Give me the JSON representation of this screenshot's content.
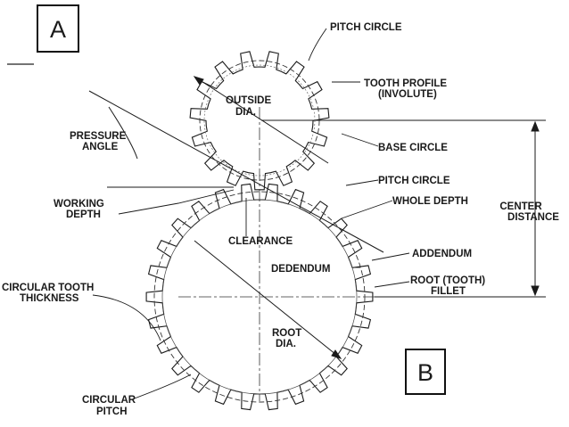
{
  "badges": {
    "top_left": "A",
    "bottom_right": "B"
  },
  "labels": {
    "pitch_circle_top": "PITCH CIRCLE",
    "tooth_profile_line1": "TOOTH PROFILE",
    "tooth_profile_line2": "(INVOLUTE)",
    "outside_dia_line1": "OUTSIDE",
    "outside_dia_line2": "DIA.",
    "pressure_angle_line1": "PRESSURE",
    "pressure_angle_line2": "ANGLE",
    "base_circle": "BASE CIRCLE",
    "pitch_circle_mid": "PITCH CIRCLE",
    "whole_depth": "WHOLE DEPTH",
    "center_distance_line1": "CENTER",
    "center_distance_line2": "DISTANCE",
    "working_depth_line1": "WORKING",
    "working_depth_line2": "DEPTH",
    "clearance": "CLEARANCE",
    "addendum": "ADDENDUM",
    "dedendum": "DEDENDUM",
    "root_fillet_line1": "ROOT (TOOTH)",
    "root_fillet_line2": "FILLET",
    "circular_tooth_thickness_line1": "CIRCULAR TOOTH",
    "circular_tooth_thickness_line2": "THICKNESS",
    "root_dia_line1": "ROOT",
    "root_dia_line2": "DIA.",
    "circular_pitch_line1": "CIRCULAR",
    "circular_pitch_line2": "PITCH"
  },
  "gears": {
    "small": {
      "teeth": 15
    },
    "large": {
      "teeth": 26
    }
  },
  "colors": {
    "ink": "#1a1a1a",
    "background": "#ffffff"
  }
}
